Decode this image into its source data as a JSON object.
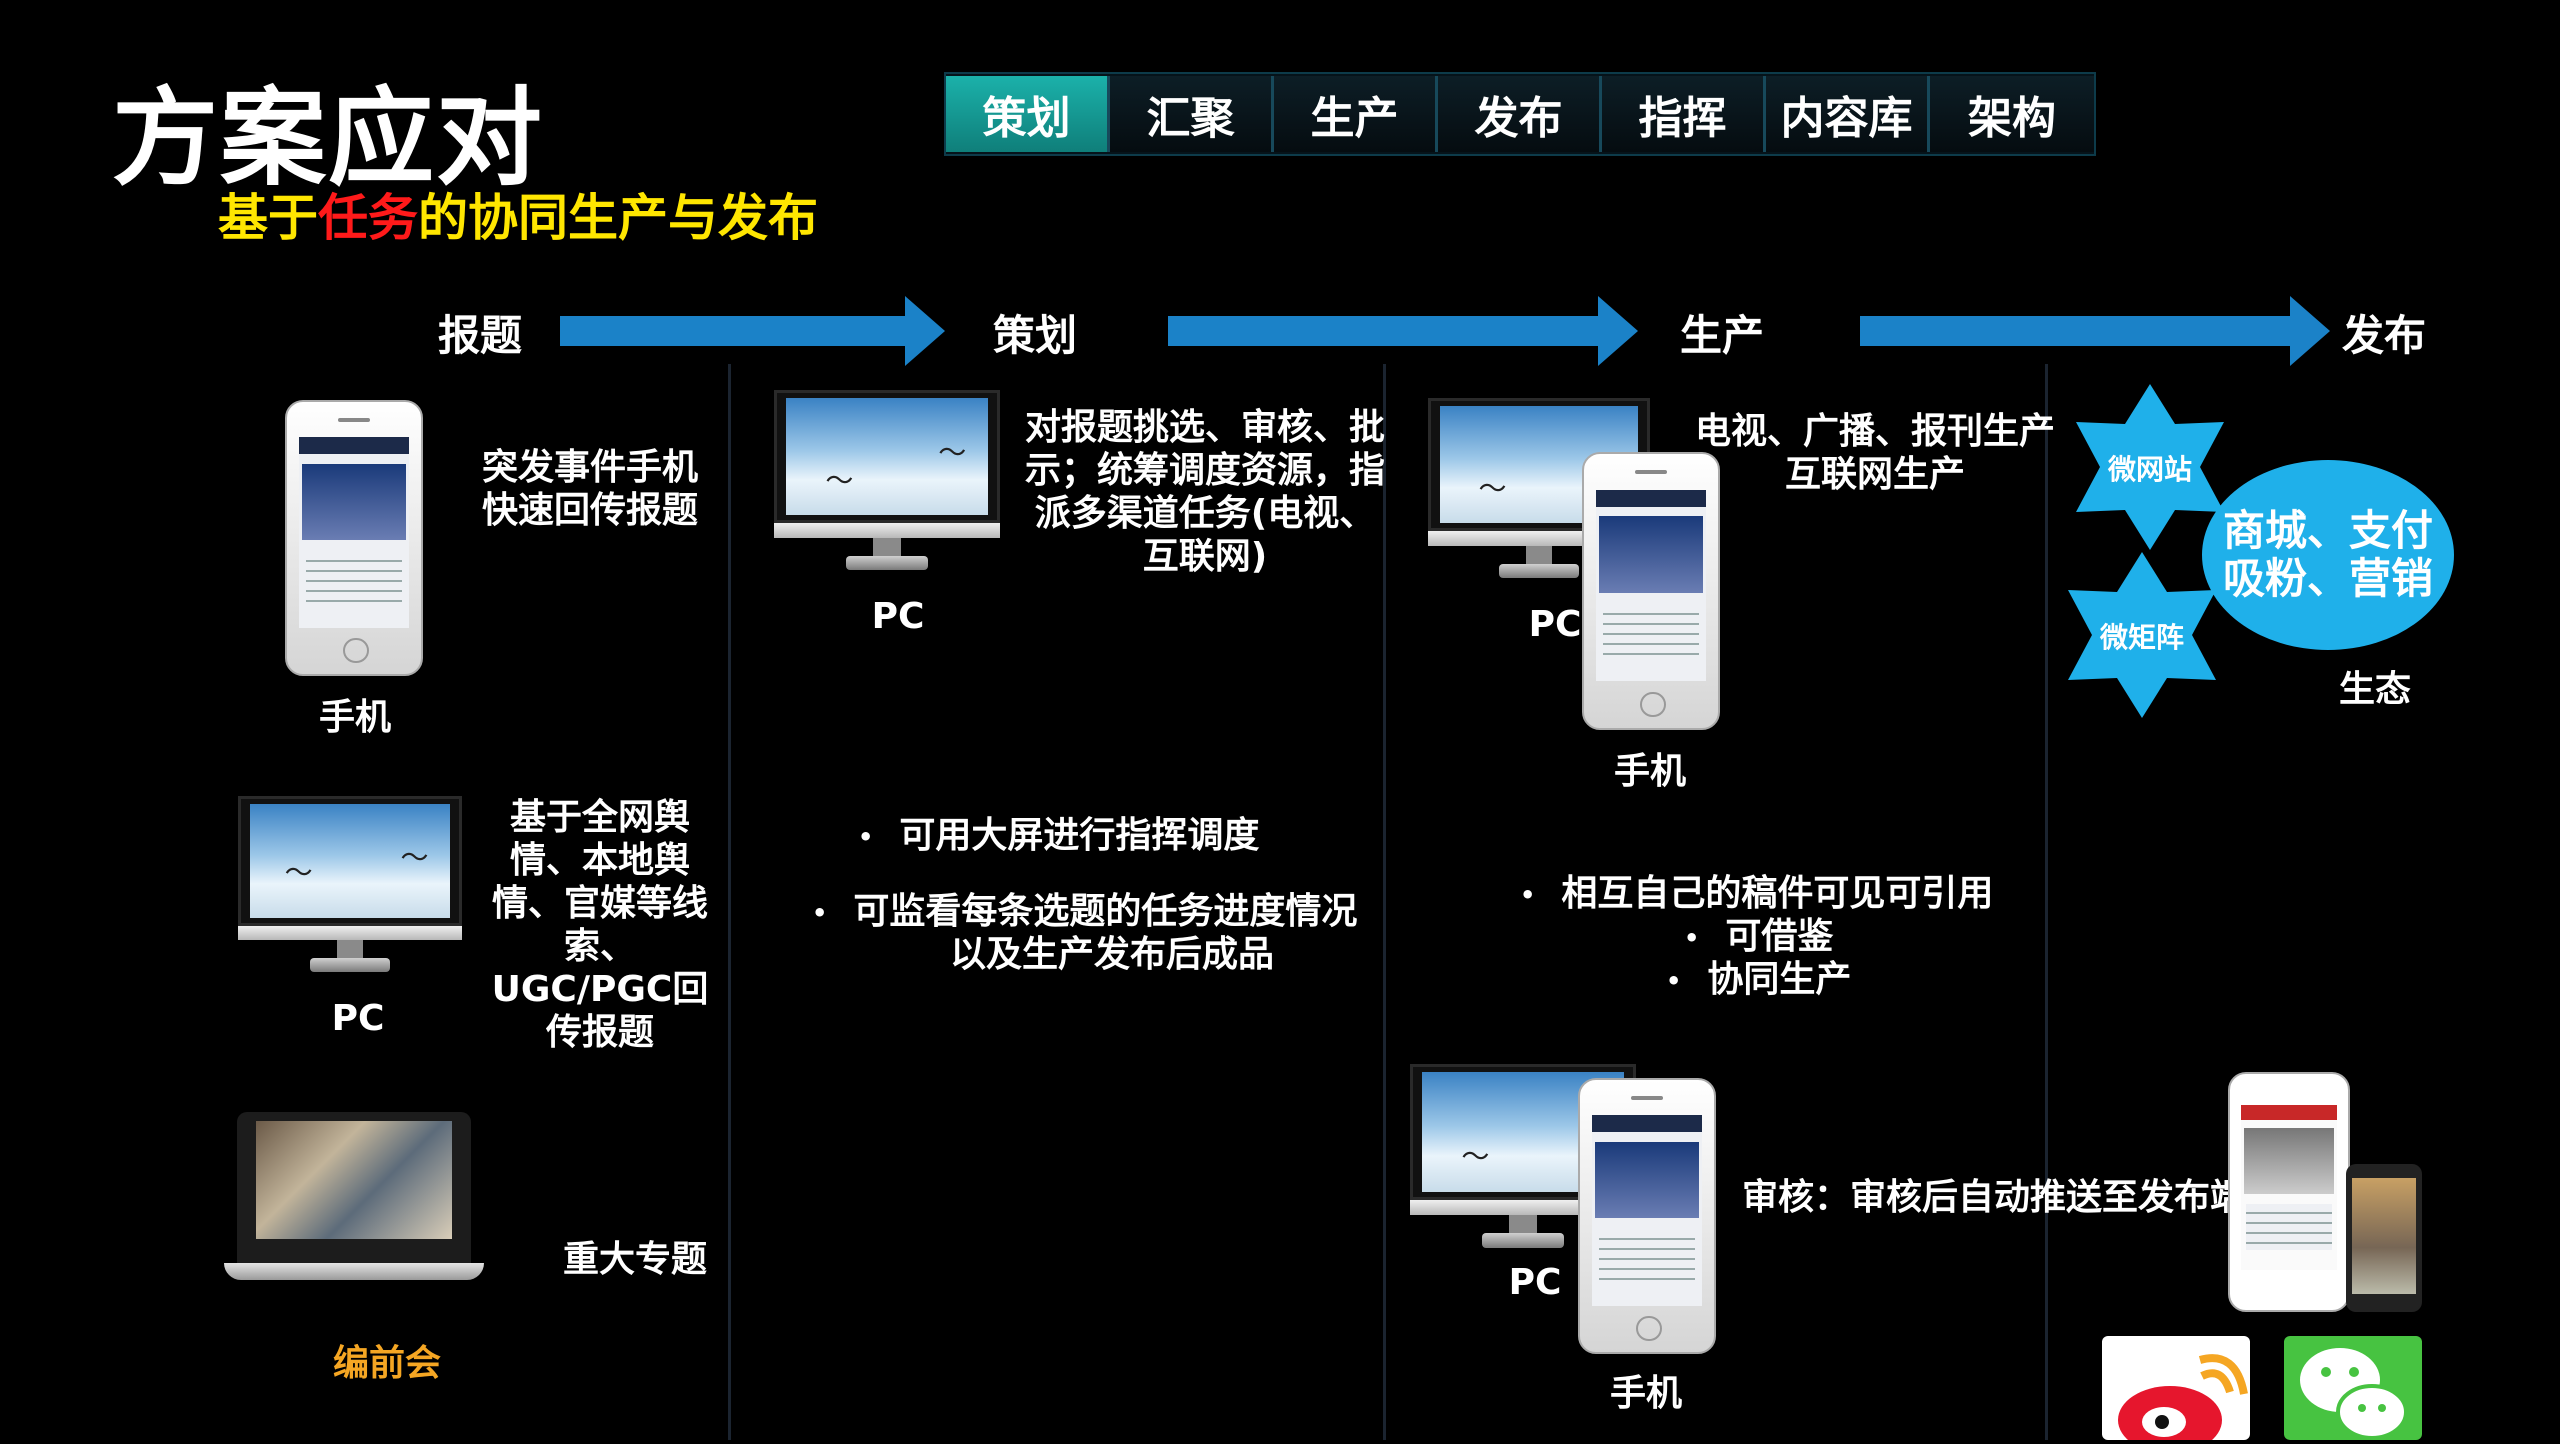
{
  "slide": {
    "title": "方案应对",
    "subtitle_pre": "基于",
    "subtitle_hl": "任务",
    "subtitle_post": "的协同生产与发布"
  },
  "tabs": [
    {
      "label": "策划",
      "active": true
    },
    {
      "label": "汇聚",
      "active": false
    },
    {
      "label": "生产",
      "active": false
    },
    {
      "label": "发布",
      "active": false
    },
    {
      "label": "指挥",
      "active": false
    },
    {
      "label": "内容库",
      "active": false
    },
    {
      "label": "架构",
      "active": false
    }
  ],
  "stages": [
    "报题",
    "策划",
    "生产",
    "发布"
  ],
  "col1": {
    "phone_text": [
      "突发事件手机",
      "快速回传报题"
    ],
    "phone_label": "手机",
    "pc_text": [
      "基于全网舆",
      "情、本地舆",
      "情、官媒等线",
      "索、",
      "UGC/PGC回",
      "传报题"
    ],
    "pc_label": "PC",
    "topic_text": "重大专题",
    "meeting_label": "编前会"
  },
  "col2": {
    "text": [
      "对报题挑选、审核、批",
      "示；统筹调度资源，指",
      "派多渠道任务(电视、",
      "互联网)"
    ],
    "pc_label": "PC",
    "bullets": [
      "可用大屏进行指挥调度",
      "可监看每条选题的任务进度情况",
      "以及生产发布后成品"
    ]
  },
  "col3": {
    "text": [
      "电视、广播、报刊生产",
      "互联网生产"
    ],
    "pc_label": "PC",
    "phone_label": "手机",
    "bullets": [
      "相互自己的稿件可见可引用",
      "可借鉴",
      "协同生产"
    ],
    "review_text": "审核：审核后自动推送至发布端",
    "pc_label2": "PC",
    "phone_label2": "手机"
  },
  "col4": {
    "star1": "微网站",
    "star2": "微矩阵",
    "oval": [
      "商城、支付",
      "吸粉、营销"
    ],
    "eco": "生态"
  },
  "colors": {
    "background": "#000000",
    "accent_tab": "#14a39d",
    "arrow": "#1b82c8",
    "subtitle": "#ffe600",
    "highlight": "#ff1a1a",
    "star": "#1fb0ea",
    "meeting_label": "#f5a623"
  },
  "icons": [
    "phone-icon",
    "monitor-icon",
    "laptop-icon",
    "weibo-icon",
    "wechat-icon"
  ]
}
